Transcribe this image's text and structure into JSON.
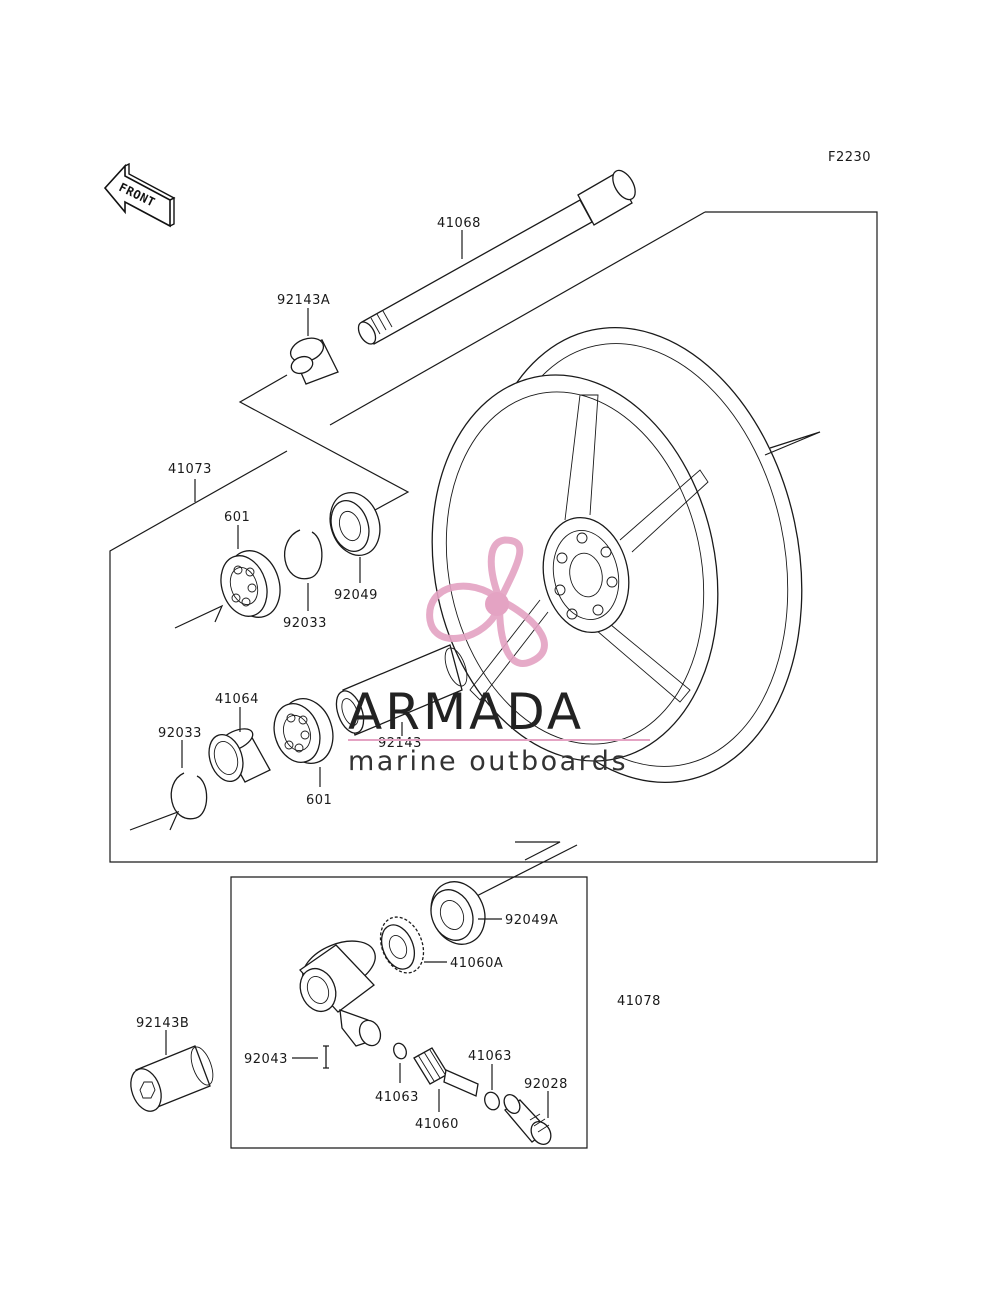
{
  "diagram_code": "F2230",
  "front_label": "FRONT",
  "parts": {
    "p41068": "41068",
    "p92143A": "92143A",
    "p41073": "41073",
    "p601_top": "601",
    "p92033_top": "92033",
    "p92049": "92049",
    "p41064": "41064",
    "p92033_bot": "92033",
    "p92143": "92143",
    "p601_bot": "601",
    "p92049A": "92049A",
    "p41060A": "41060A",
    "p41078": "41078",
    "p92143B": "92143B",
    "p92043": "92043",
    "p41063_left": "41063",
    "p41063_right": "41063",
    "p41060": "41060",
    "p92028": "92028"
  },
  "watermark": {
    "brand": "ARMADA",
    "tagline": "marine outboards",
    "logo_color": "#e4a3c3"
  }
}
